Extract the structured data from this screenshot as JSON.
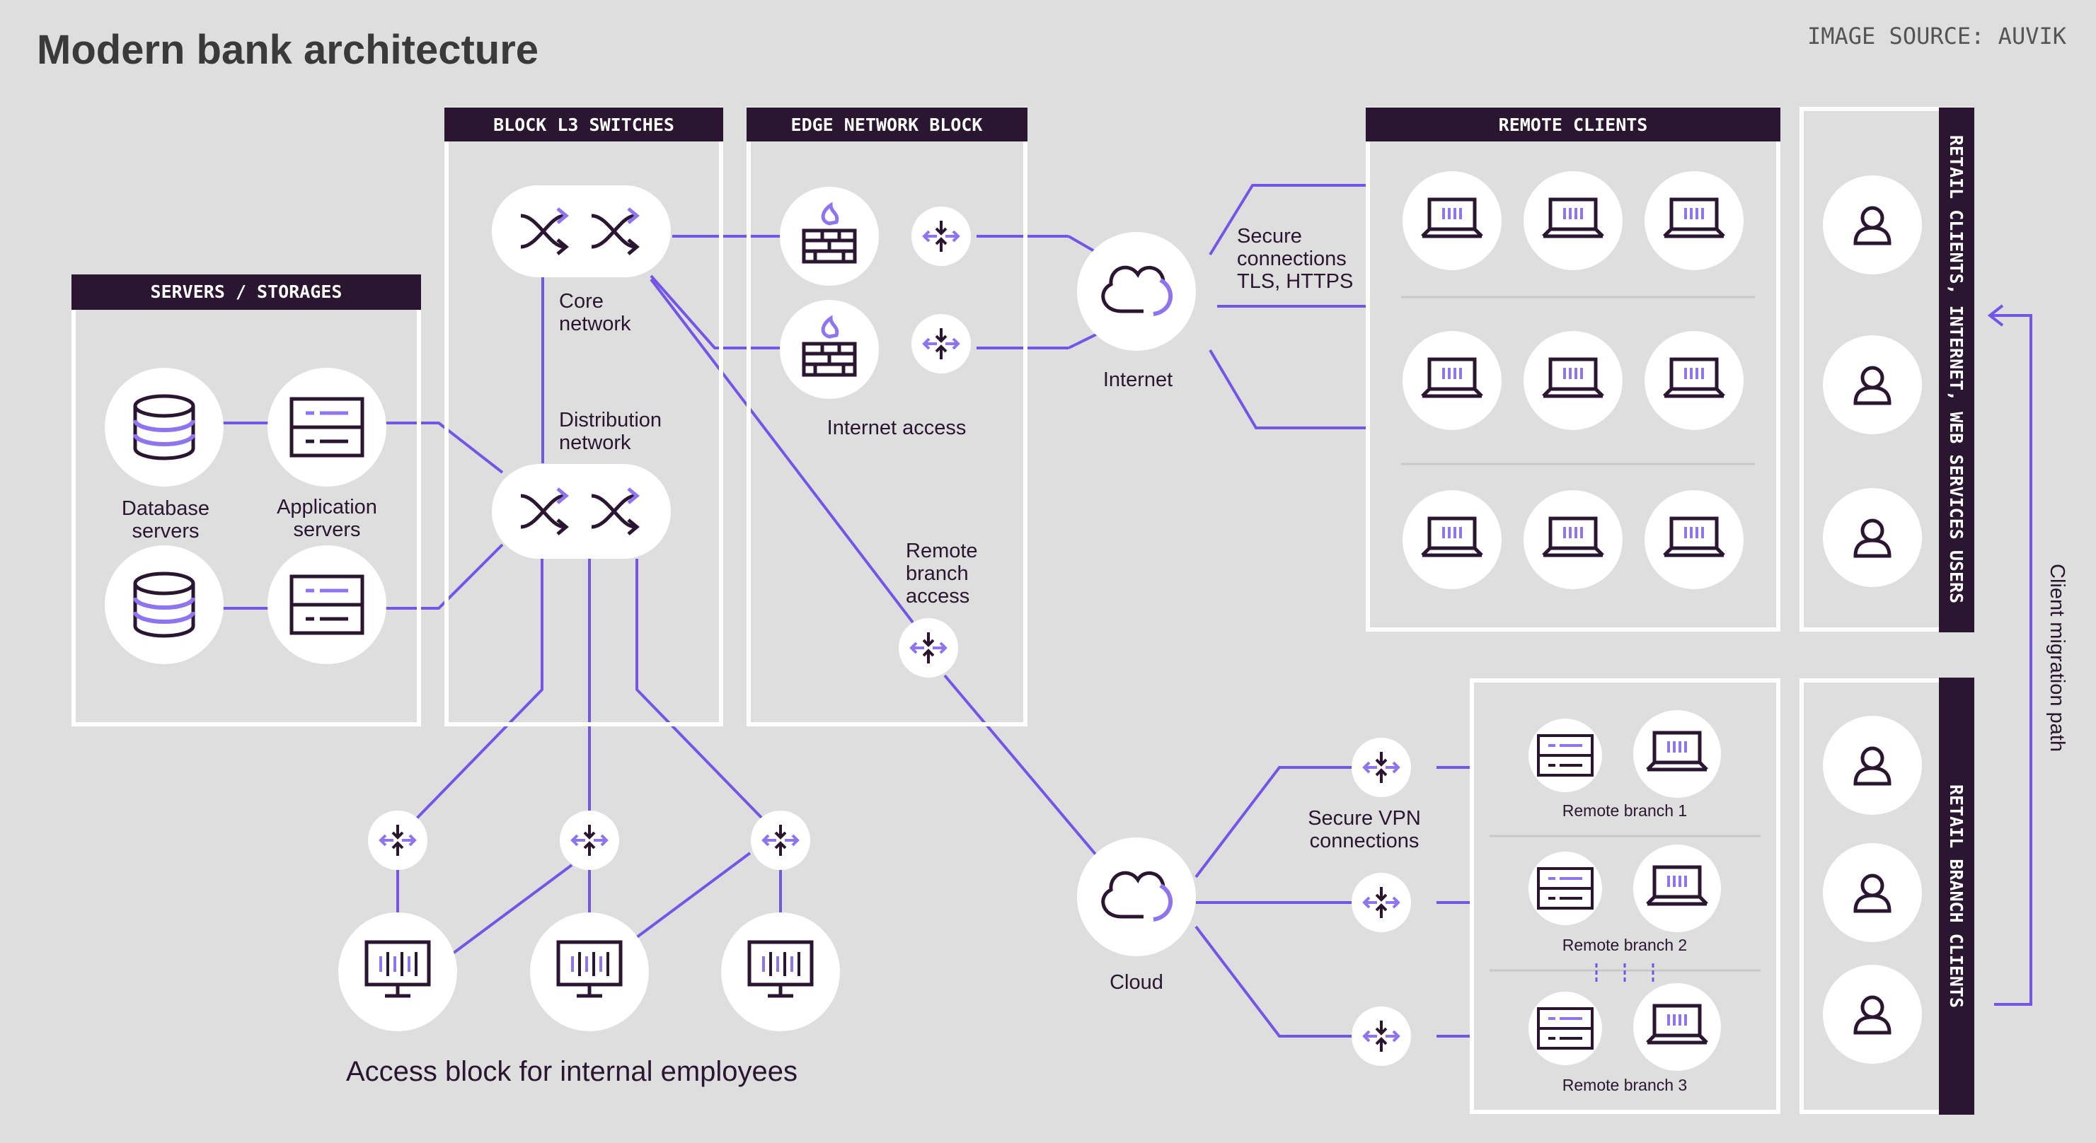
{
  "title": "Modern bank architecture",
  "source": "IMAGE SOURCE: AUVIK",
  "colors": {
    "background": "#dedede",
    "line": "#7356e6",
    "dark": "#2a1630",
    "accent": "#8e74ee",
    "white": "#ffffff"
  },
  "blocks": {
    "servers": "SERVERS / STORAGES",
    "l3": "BLOCK L3 SWITCHES",
    "edge": "EDGE NETWORK BLOCK",
    "remote_clients": "REMOTE CLIENTS",
    "retail_clients": "RETAIL CLIENTS, INTERNET, WEB SERVICES USERS",
    "retail_branch": "RETAIL BRANCH CLIENTS"
  },
  "labels": {
    "database": [
      "Database",
      "servers"
    ],
    "application": [
      "Application",
      "servers"
    ],
    "core": [
      "Core",
      "network"
    ],
    "distribution": [
      "Distribution",
      "network"
    ],
    "internet_access": "Internet access",
    "internet": "Internet",
    "secure": [
      "Secure",
      "connections",
      "TLS, HTTPS"
    ],
    "remote_access": [
      "Remote",
      "branch",
      "access"
    ],
    "cloud": "Cloud",
    "vpn": [
      "Secure VPN",
      "connections"
    ],
    "branch1": "Remote branch 1",
    "branch2": "Remote branch 2",
    "branch3": "Remote branch 3",
    "access_block": "Access block for internal employees",
    "migration": "Client migration path"
  },
  "icons": [
    "database-icon",
    "application-server-icon",
    "switch-icon",
    "firewall-icon",
    "router-icon",
    "cloud-icon",
    "laptop-icon",
    "user-icon",
    "monitor-icon"
  ]
}
